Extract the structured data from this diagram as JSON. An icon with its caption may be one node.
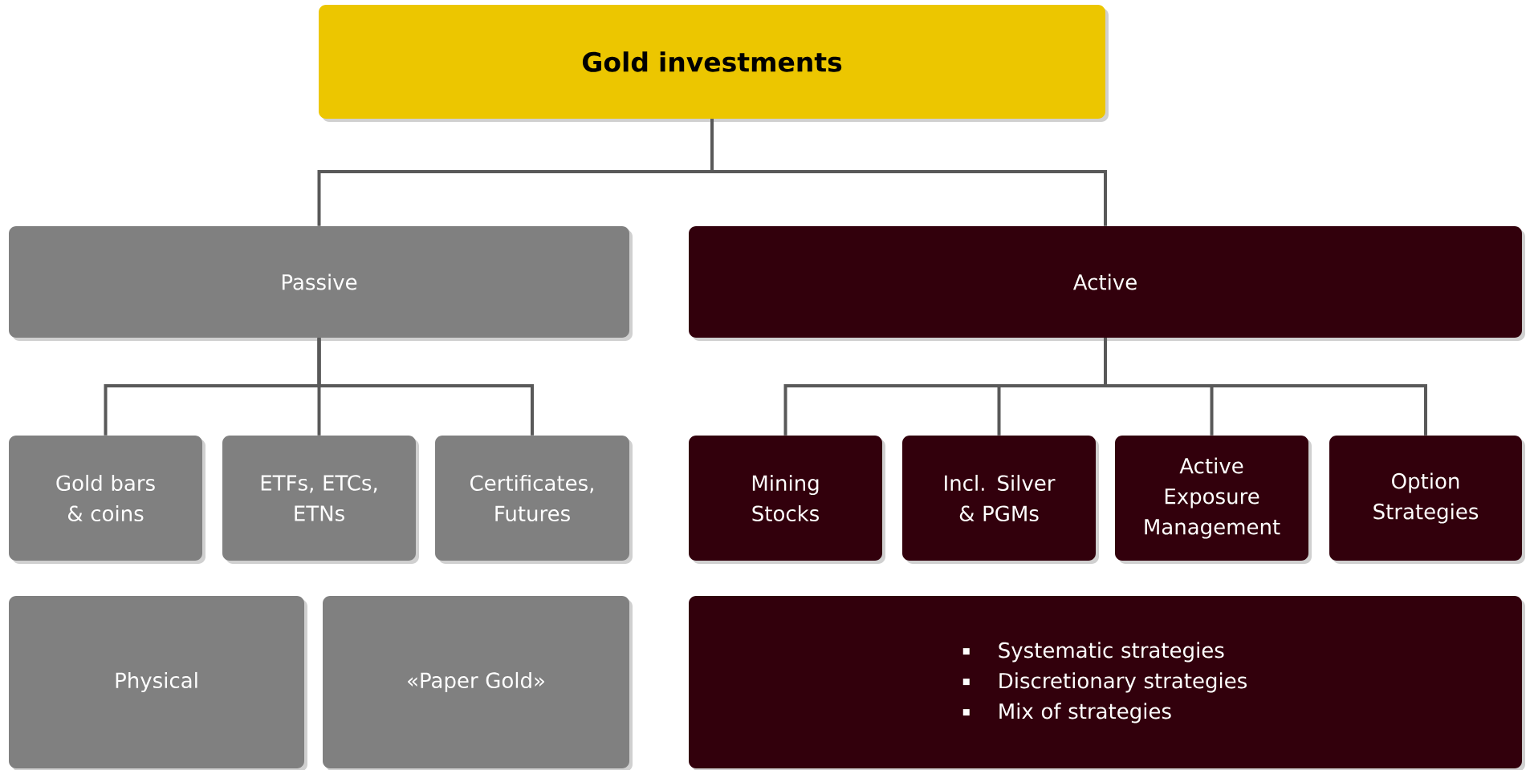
{
  "diagram": {
    "nodes": [
      {
        "text": [
          "Gold investments"
        ]
      },
      {
        "text": [
          "Passive"
        ]
      },
      {
        "text": [
          "Active"
        ]
      },
      {
        "text": [
          "Gold bars & coins"
        ]
      },
      {
        "text": [
          "ETFs, ETCs, ETNs"
        ]
      },
      {
        "text": [
          "Certificates, Futures"
        ]
      },
      {
        "text": [
          "Mining Stocks"
        ]
      },
      {
        "text": [
          "Incl. Silver & PGMs"
        ]
      },
      {
        "text": [
          "Active Exposure Management"
        ]
      },
      {
        "text": [
          "Option Strategies"
        ]
      },
      {
        "text": [
          "Physical"
        ]
      },
      {
        "text": [
          "«Paper Gold»"
        ]
      },
      {
        "text": [
          "Systematic strategies",
          "Discretionary strategies",
          "Mix of strategies"
        ]
      }
    ],
    "edges": [
      {
        "from": 0,
        "to": 1,
        "arrow": "none"
      },
      {
        "from": 0,
        "to": 2,
        "arrow": "none"
      },
      {
        "from": 1,
        "to": 3,
        "arrow": "none"
      },
      {
        "from": 1,
        "to": 4,
        "arrow": "none"
      },
      {
        "from": 1,
        "to": 5,
        "arrow": "none"
      },
      {
        "from": 2,
        "to": 6,
        "arrow": "none"
      },
      {
        "from": 2,
        "to": 7,
        "arrow": "none"
      },
      {
        "from": 2,
        "to": 8,
        "arrow": "none"
      },
      {
        "from": 2,
        "to": 9,
        "arrow": "none"
      }
    ]
  }
}
